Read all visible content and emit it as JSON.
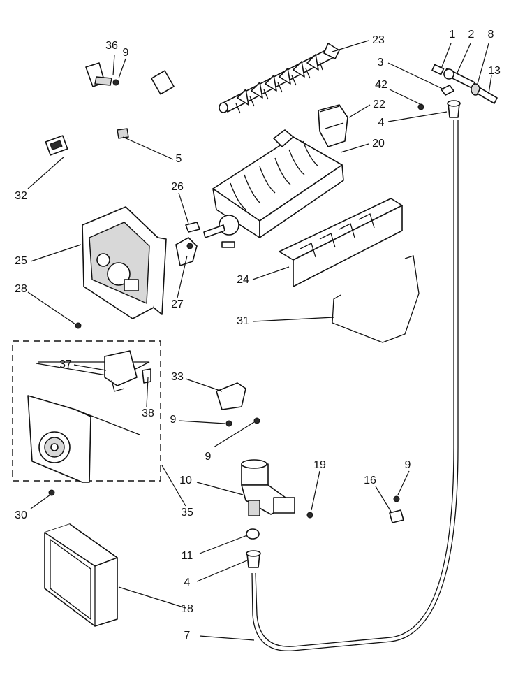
{
  "callouts": [
    {
      "id": "c1",
      "text": "1"
    },
    {
      "id": "c2",
      "text": "2"
    },
    {
      "id": "c8",
      "text": "8"
    },
    {
      "id": "c3",
      "text": "3"
    },
    {
      "id": "c13",
      "text": "13"
    },
    {
      "id": "c42",
      "text": "42"
    },
    {
      "id": "c4a",
      "text": "4"
    },
    {
      "id": "c36",
      "text": "36"
    },
    {
      "id": "c9a",
      "text": "9"
    },
    {
      "id": "c23",
      "text": "23"
    },
    {
      "id": "c22",
      "text": "22"
    },
    {
      "id": "c20",
      "text": "20"
    },
    {
      "id": "c5",
      "text": "5"
    },
    {
      "id": "c32",
      "text": "32"
    },
    {
      "id": "c26",
      "text": "26"
    },
    {
      "id": "c25",
      "text": "25"
    },
    {
      "id": "c27",
      "text": "27"
    },
    {
      "id": "c28",
      "text": "28"
    },
    {
      "id": "c24",
      "text": "24"
    },
    {
      "id": "c31",
      "text": "31"
    },
    {
      "id": "c37",
      "text": "37"
    },
    {
      "id": "c38",
      "text": "38"
    },
    {
      "id": "c33",
      "text": "33"
    },
    {
      "id": "c9b",
      "text": "9"
    },
    {
      "id": "c9c",
      "text": "9"
    },
    {
      "id": "c10",
      "text": "10"
    },
    {
      "id": "c19",
      "text": "19"
    },
    {
      "id": "c16",
      "text": "16"
    },
    {
      "id": "c9d",
      "text": "9"
    },
    {
      "id": "c30",
      "text": "30"
    },
    {
      "id": "c35",
      "text": "35"
    },
    {
      "id": "c11",
      "text": "11"
    },
    {
      "id": "c4b",
      "text": "4"
    },
    {
      "id": "c18",
      "text": "18"
    },
    {
      "id": "c7",
      "text": "7"
    }
  ]
}
